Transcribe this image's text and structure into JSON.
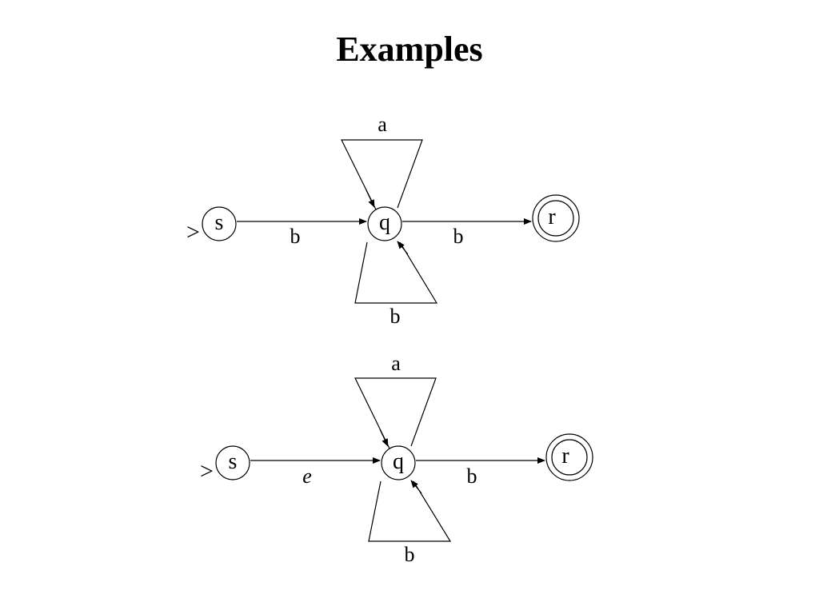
{
  "title": "Examples",
  "colors": {
    "ink": "#000000",
    "background": "#ffffff"
  },
  "diagrams": [
    {
      "start_marker": ">",
      "states": [
        {
          "id": "s",
          "label": "s",
          "start": true,
          "accepting": false
        },
        {
          "id": "q",
          "label": "q",
          "start": false,
          "accepting": false
        },
        {
          "id": "r",
          "label": "r",
          "start": false,
          "accepting": true
        }
      ],
      "transitions": [
        {
          "from": "s",
          "to": "q",
          "label": "b"
        },
        {
          "from": "q",
          "to": "r",
          "label": "b"
        },
        {
          "from": "q",
          "to": "q",
          "label": "a",
          "loop": "top"
        },
        {
          "from": "q",
          "to": "q",
          "label": "b",
          "loop": "bottom"
        }
      ]
    },
    {
      "start_marker": ">",
      "states": [
        {
          "id": "s",
          "label": "s",
          "start": true,
          "accepting": false
        },
        {
          "id": "q",
          "label": "q",
          "start": false,
          "accepting": false
        },
        {
          "id": "r",
          "label": "r",
          "start": false,
          "accepting": true
        }
      ],
      "transitions": [
        {
          "from": "s",
          "to": "q",
          "label": "e"
        },
        {
          "from": "q",
          "to": "r",
          "label": "b"
        },
        {
          "from": "q",
          "to": "q",
          "label": "a",
          "loop": "top"
        },
        {
          "from": "q",
          "to": "q",
          "label": "b",
          "loop": "bottom"
        }
      ]
    }
  ]
}
